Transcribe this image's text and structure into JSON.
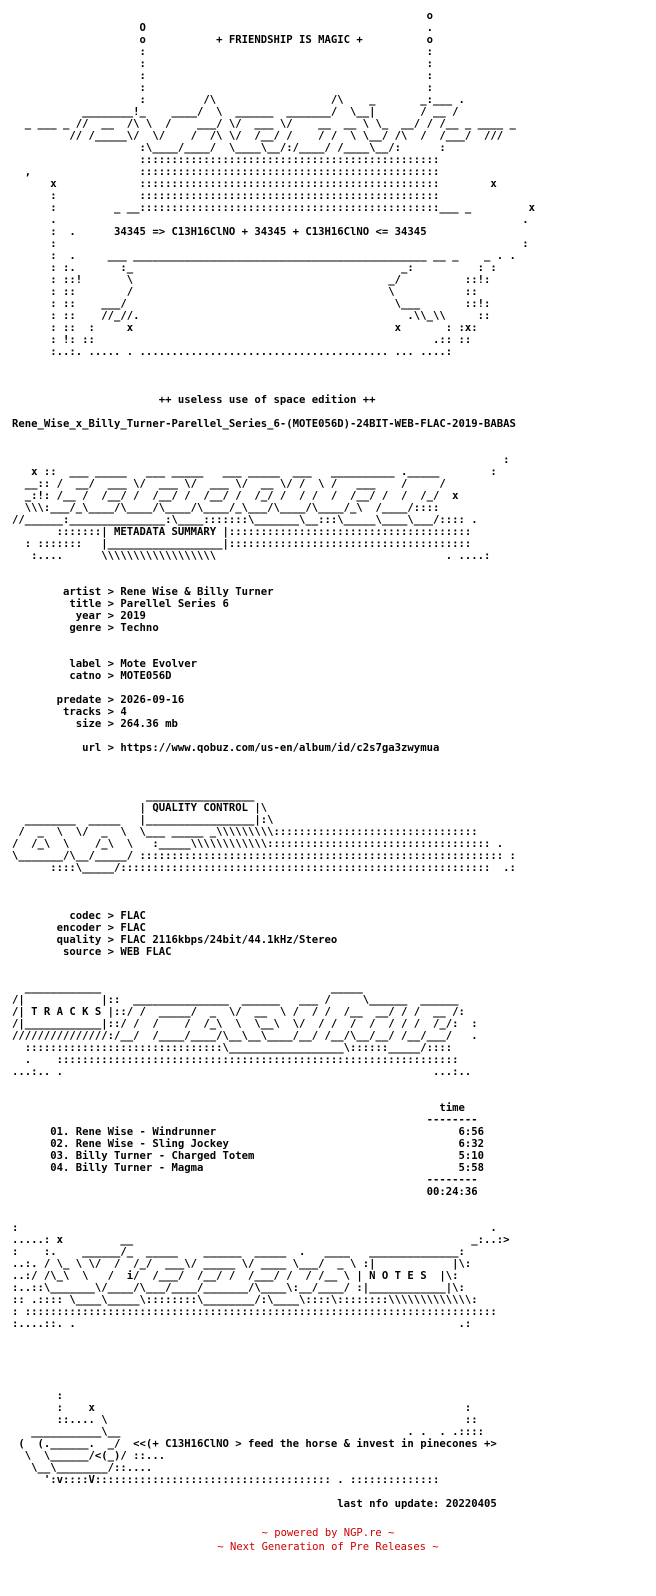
{
  "nfo_lines": [
    "                                                                 o",
    "                    O                                            .",
    "                    o           + FRIENDSHIP IS MAGIC +          o",
    "                    :                                            :",
    "                    :                                            :",
    "                    :                                            :",
    "                    :                                            :",
    "                    :         /\\                  /\\    _       _:___ .",
    "           ________!_    ____/  \\  ______  _______/  \\__|       / __ /",
    "  _ ___ _ //  __  /\\ \\  /    ___/ \\/  ___ \\/    __  __ \\ \\_  __/ / /__ _ ____ _",
    "         // /_____\\/  \\/    /  /\\ \\/  /__/ /    / /  \\ \\__/ /\\  /  /___/  ///",
    "                    :\\____/____/  \\____\\__/:/____/ /____\\__/:      :",
    "                    :::::::::::::::::::::::::::::::::::::::::::::::",
    "  ,                 :::::::::::::::::::::::::::::::::::::::::::::::",
    "      x             :::::::::::::::::::::::::::::::::::::::::::::::        x",
    "      :             :::::::::::::::::::::::::::::::::::::::::::::::",
    "      :         _ __:::::::::::::::::::::::::::::::::::::::::::::::___ _         x",
    "      .                                                                         .",
    "      :  .      34345 => C13H16ClNO + 34345 + C13H16ClNO <= 34345",
    "      :                                                                         :",
    "      :  .     ___ ______________________________________________ __ _    _ . .",
    "      : :.       :_                                          _:          : :",
    "      : ::!       \\                                        _/          ::!:",
    "      : ::        /                                        \\           ::",
    "      : ::    ___/                                          \\___       ::!:",
    "      : ::    //_//.                                          .\\\\_\\\\     ::",
    "      : ::  :     x                                         x       : :x:",
    "      : !: ::                                                     .:: ::",
    "      :..:. ..... . ....................................... ... ....:",
    "",
    "",
    "",
    "                       ++ useless use of space edition ++",
    "",
    "Rene_Wise_x_Billy_Turner-Parellel_Series_6-(MOTE056D)-24BIT-WEB-FLAC-2019-BABAS",
    "",
    "",
    "                                                                             :",
    "   x ::  ___ _____   ___ _____   ___ _____  ___   __________ ._____        :",
    "  __:: /  __/  ___ \\/  ___ \\/  ___ \\/  __ \\/ /  \\ /   ___    /     /",
    "  _:!: /__ /  /__/ /  /__/ /  /__/ /  /_/ /  / /  /  /__/ /  /  /_/  x",
    "  \\\\\\:___/_\\____/\\____/\\____/\\____/_\\___/\\____/\\____/_\\  /____/::::  ",
    "//______:_______________:\\____:::::::\\_______\\__:::\\_____\\____\\___/:::: .",
    "       :::::::| METADATA SUMMARY |::::::::::::::::::::::::::::::::::::::",
    "  : :::::::   |__________________|::::::::::::::::::::::::::::::::::::::",
    "   :....      \\\\\\\\\\\\\\\\\\\\\\\\\\\\\\\\\\\\                                    . ....:",
    "",
    "",
    "        artist > Rene Wise & Billy Turner",
    "         title > Parellel Series 6",
    "          year > 2019",
    "         genre > Techno",
    "",
    "",
    "         label > Mote Evolver",
    "         catno > MOTE056D",
    "",
    "       predate > 2026-09-16",
    "        tracks > 4",
    "          size > 264.36 mb",
    "",
    "           url > https://www.qobuz.com/us-en/album/id/c2s7ga3zwymua",
    "",
    "",
    "",
    "                     _________________",
    "                    | QUALITY CONTROL |\\",
    "  ________  _____   |_________________|:\\",
    " /  _  \\  \\/  _  \\  \\___ _____ _\\\\\\\\\\\\\\\\\\::::::::::::::::::::::::::::::::",
    "/  /_\\  \\    /_\\  \\   :_____\\\\\\\\\\\\\\\\\\\\\\\\::::::::::::::::::::::::::::::::::: .",
    "\\_______/\\__/_____/ ::::::::::::::::::::::::::::::::::::::::::::::::::::::::: :",
    "      ::::\\_____/::::::::::::::::::::::::::::::::::::::::::::::::::::::::::  .:",
    "",
    "",
    "",
    "         codec > FLAC",
    "       encoder > FLAC",
    "       quality > FLAC 2116kbps/24bit/44.1kHz/Stereo",
    "        source > WEB FLAC",
    "",
    "",
    "  ____________                                    _____",
    "/|            |::  _______________  ______   ___ /     \\______  ______",
    "/| T R A C K S |::/ /  _____/  _  \\/  __  \\ /  / /  /__  __/ / /  __ /:",
    "/|____________|::/ /  /    /  /_\\  \\  \\__\\  \\/  / /  /  /  / / /  /_/:  :",
    "///////////////:/__/  /____/____/\\__\\__\\____/__/ /__/\\__/__/ /__/___/   .",
    "  :::::::::::::::::::::::::::::::\\__________________\\::::::_____/::::",
    "  .    :::::::::::::::::::::::::::::::::::::::::::::::::::::::::::::::",
    "...:.. .                                                          ...:..",
    "",
    "",
    "                                                                   time",
    "                                                                 --------",
    "      01. Rene Wise - Windrunner                                      6:56",
    "      02. Rene Wise - Sling Jockey                                    6:32",
    "      03. Billy Turner - Charged Totem                                5:10",
    "      04. Billy Turner - Magma                                        5:58",
    "                                                                 --------",
    "                                                                 00:24:36",
    "",
    "",
    ":                                                                          .",
    ".....: x         __                                                     _:..:>",
    ":    :.    ______/_  _____    ______  _____  .   ____   ______________: ",
    "..:. / \\_ \\ \\/  /  /_/  ___\\/ _____ \\/ ____ \\___/  _ \\ :|            |\\:",
    "..:/ /\\_\\  \\   /  i/  /___/  /__/ /  /___/ /  / /__ \\ | N O T E S  |\\:",
    ":..::\\_______\\/____/\\___/____/_______/\\____\\:__/____/ :|____________|\\:",
    ":: .:::: \\____\\_____\\::::::::\\________/:\\____\\::::\\::::::::\\\\\\\\\\\\\\\\\\\\\\\\\\:",
    ": ::::::::::::::::::::::::::::::::::::::::::::::::::::::::::::::::::::::::::",
    ":....::. .                                                            .:",
    "",
    "",
    "",
    "",
    "",
    "       :",
    "       :    x                                                          :",
    "       ::.... \\                                                        ::",
    "   ___________\\__                                             . .  . .::::",
    " (  (.______.  _/  <<(+ C13H16ClNO > feed the horse & invest in pinecones +>",
    "  \\  \\______/<(_)/ ::...",
    "   \\__\\________/::....",
    "     ':v::::V::::::::::::::::::::::::::::::::::::: . ::::::::::::::",
    "",
    "                                                   last nfo update: 20220405"
  ],
  "footer": {
    "line1": "~ powered by NGP.re ~",
    "line2": "~ Next Generation of Pre Releases ~",
    "color": "#cc0000"
  }
}
